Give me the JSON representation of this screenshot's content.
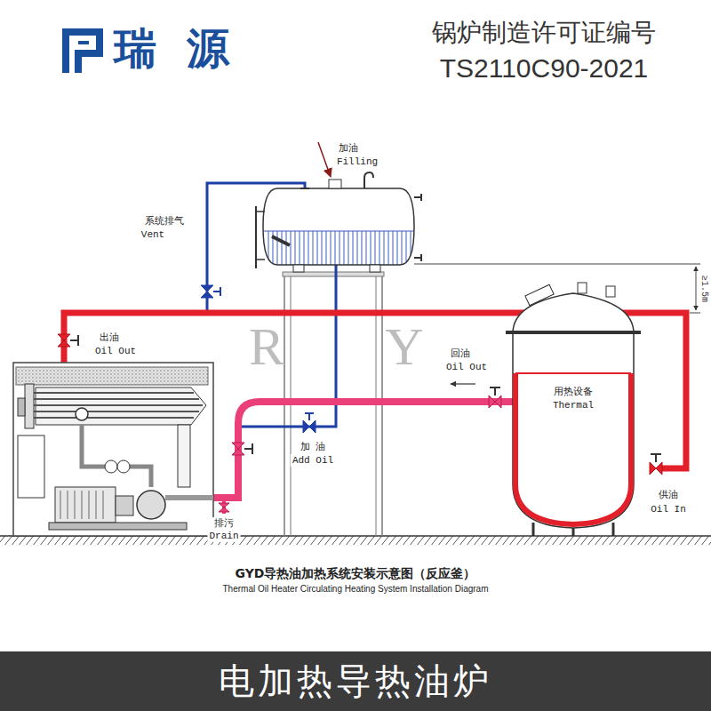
{
  "diagram": {
    "title": "GYD导热油加热系统安装示意图（反应釜）",
    "caption": "Thermal Oil Heater Circulating Heating System Installation Diagram",
    "nodes": [
      {
        "text": [
          "用热设备",
          "Thermal"
        ]
      },
      {
        "text": [
          "电加热导热油炉"
        ]
      }
    ],
    "labels": [
      "瑞源",
      "锅炉制造许可证编号",
      "TS2110C90-2021",
      "加油",
      "Filling",
      "系统排气",
      "Vent",
      "出油",
      "Oil Out",
      "回油",
      "Oil Out",
      "加 油",
      "Add Oil",
      "供油",
      "Oil In",
      "排污",
      "Drain",
      "≥1.5m",
      "R",
      "Y"
    ]
  }
}
